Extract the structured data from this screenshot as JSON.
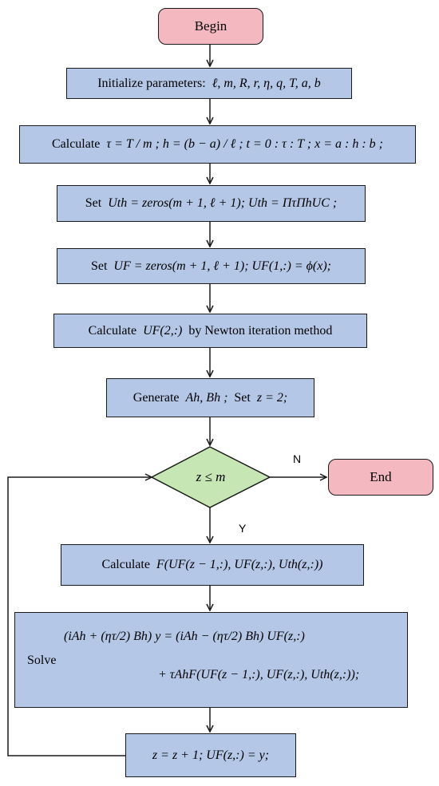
{
  "nodes": {
    "begin": "Begin",
    "init": {
      "text": "Initialize parameters:",
      "params": "ℓ, m, R, r, η, q, T, a, b"
    },
    "calc1": {
      "word": "Calculate",
      "formula": "τ = T / m ;  h = (b − a) / ℓ ;  t = 0 : τ : T ;  x = a : h : b ;"
    },
    "set1": {
      "word": "Set",
      "formula": "Uth = zeros(m + 1, ℓ + 1);  Uth = ΠτΠhUC ;"
    },
    "set2": {
      "word": "Set",
      "formula": "UF = zeros(m + 1, ℓ + 1);  UF(1,:) = ϕ(x);"
    },
    "calc2": {
      "word": "Calculate",
      "formula": "UF(2,:)",
      "tail": "by Newton iteration method"
    },
    "generate": {
      "word": "Generate",
      "formula": "Ah, Bh ;",
      "set": "Set",
      "z": "z = 2;"
    },
    "decision": "z ≤ m",
    "end": "End",
    "calc3": {
      "word": "Calculate",
      "formula": "F(UF(z − 1,:), UF(z,:), Uth(z,:))"
    },
    "solve": {
      "word": "Solve",
      "line1": "(iAh + (ητ/2) Bh) y = (iAh − (ητ/2) Bh) UF(z,:)",
      "line2": "+ τAhF(UF(z − 1,:), UF(z,:), Uth(z,:));"
    },
    "update": "z = z + 1;   UF(z,:) = y;"
  },
  "labels": {
    "no": "N",
    "yes": "Y"
  },
  "colors": {
    "process": "#b4c7e7",
    "terminal": "#f4b8c1",
    "decision": "#c6e6b4",
    "stroke": "#1a1a1a"
  }
}
